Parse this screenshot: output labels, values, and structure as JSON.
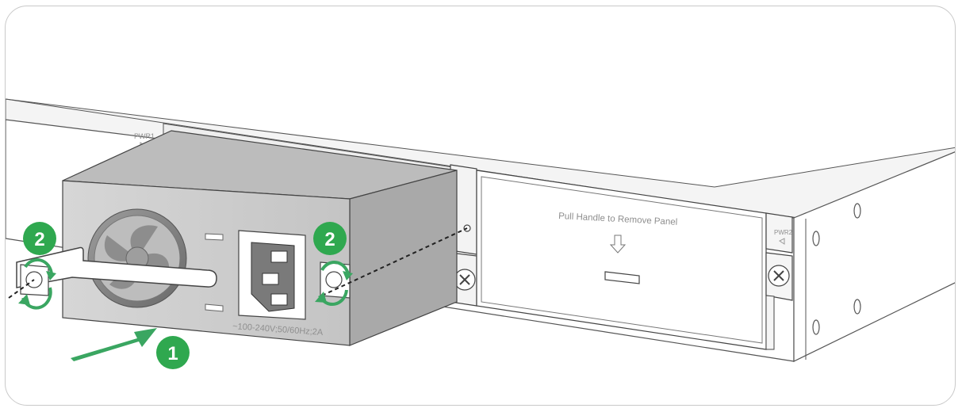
{
  "slot1_label": "PWR1",
  "slot2_label": "PWR2",
  "panel_text": "Pull Handle to Remove Panel",
  "rating_text": "~100-240V;50/60Hz;2A",
  "steps": {
    "insert": "1",
    "screw_left": "2",
    "screw_right": "2"
  },
  "colors": {
    "accent_green": "#2fa84f",
    "arrow_green": "#3aa661",
    "outline": "#3c3c3c",
    "psu_front": "#cfcfcf",
    "psu_top": "#bdbdbd",
    "chassis": "#ffffff"
  },
  "icons": [
    "fan-icon",
    "power-socket-icon",
    "rotate-arrow-icon",
    "screw-icon",
    "push-arrow-icon",
    "down-arrow-icon"
  ]
}
